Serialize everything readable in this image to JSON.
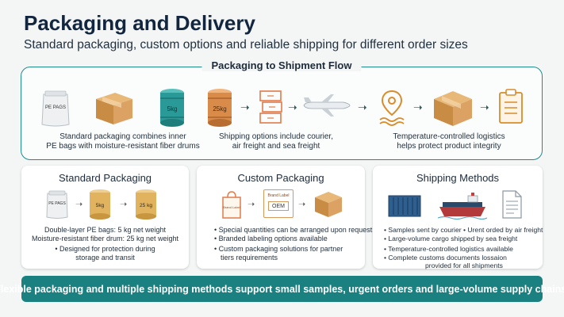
{
  "header": {
    "title": "Packaging and Delivery",
    "subtitle": "Standard packaging, custom options and reliable shipping for different order sizes"
  },
  "flow": {
    "title": "Packaging to Shipment Flow",
    "bag_label": "PE PAGS",
    "drum1_label": "5kg",
    "drum2_label": "25kg",
    "captions": [
      [
        "Standard packaging combines inner",
        "PE bags with moisture-resistant fiber drums"
      ],
      [
        "Shipping options include courier,",
        "air freight and sea freight"
      ],
      [
        "Temperature-controlled logistics",
        "helps protect product integrity"
      ]
    ]
  },
  "cards": {
    "standard": {
      "title": "Standard Packaging",
      "bag_label": "PE PAGS",
      "drum1_label": "5kg",
      "drum2_label": "25 kg",
      "lines": [
        "Double-layer PE bags: 5 kg net weight",
        "Moisture-resistant fiber drum: 25 kg net weight",
        "• Designed for protection during",
        "storage and transit"
      ]
    },
    "custom": {
      "title": "Custom Packaging",
      "bag_label": "Brand Label",
      "box_label": "Brand Label",
      "oem_label": "OEM",
      "lines": [
        "• Special quantities can be arranged upon request",
        "• Branded labeling options available",
        "• Custom packaging solutions for partner",
        "tiers requirements"
      ]
    },
    "shipping": {
      "title": "Shipping Methods",
      "lines": [
        "• Samples sent by courier • Urent orded by air freight",
        "• Large-volume cargo shipped by sea freight",
        "• Temperature-controlled logistics available",
        "• Complete customs documents lossaion",
        "provided for all shipments"
      ]
    }
  },
  "footer": {
    "text": "Flexible packaging and multiple shipping methods support small samples, urgent orders and large-volume supply chains."
  },
  "colors": {
    "teal": "#1a8080",
    "kraft": "#d9a460",
    "drum_teal": "#2a9a98",
    "drum_copper": "#d98c4a",
    "navy": "#12263f"
  }
}
